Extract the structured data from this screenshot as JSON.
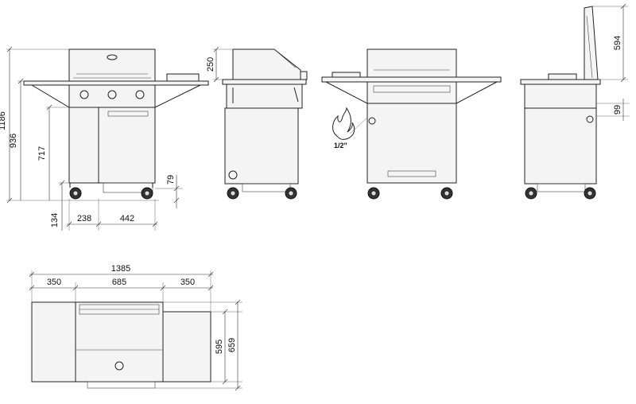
{
  "dimensions": {
    "front_overall_height": "1186",
    "front_hood_height": "936",
    "front_cabinet_height": "717",
    "front_base_height": "134",
    "front_left_offset": "238",
    "front_cabinet_width": "442",
    "front_clearance": "79",
    "side_lid_height": "250",
    "rear_open_lid_height": "594",
    "rear_shelf_offset": "99",
    "top_total_width": "1385",
    "top_left_shelf": "350",
    "top_center_width": "685",
    "top_right_shelf": "350",
    "top_depth_inner": "595",
    "top_depth_outer": "659"
  },
  "gas_connection_label": "1/2\"",
  "icons": [
    "flame-icon",
    "wheel-icon",
    "knob-icon"
  ]
}
